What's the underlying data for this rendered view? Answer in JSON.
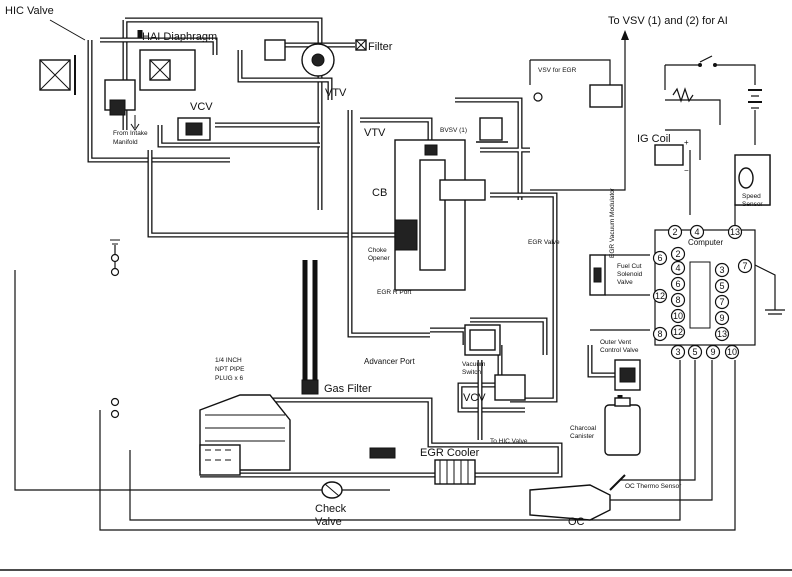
{
  "labels": {
    "hic_valve": "HIC Valve",
    "hai_diaphragm": "HAI Diaphragm",
    "filter": "Filter",
    "to_vsv": "To VSV (1) and (2) for AI",
    "vsv_for_egr": "VSV for EGR",
    "from_intake_1": "From Intake",
    "from_intake_2": "Manifold",
    "vcv_top": "VCV",
    "vtv_top": "VTV",
    "vtv_mid": "VTV",
    "bvsv": "BVSV (1)",
    "ig_coil": "IG Coil",
    "speed_sensor_1": "Speed",
    "speed_sensor_2": "Sensor",
    "cb": "CB",
    "choke_opener_1": "Choke",
    "choke_opener_2": "Opener",
    "egr_vacuum_modulator": "EGR Vacuum Modulator",
    "egr_valve": "EGR Valve",
    "computer": "Computer",
    "fuel_cut_1": "Fuel Cut",
    "fuel_cut_2": "Solenoid",
    "fuel_cut_3": "Valve",
    "egr_r_port": "EGR R Port",
    "advancer_port": "Advancer Port",
    "vacuum_switch_1": "Vacuum",
    "vacuum_switch_2": "Switch",
    "outer_vent_1": "Outer Vent",
    "outer_vent_2": "Control Valve",
    "npt_1": "1/4 INCH",
    "npt_2": "NPT PIPE",
    "npt_3": "PLUG x 6",
    "gas_filter": "Gas Filter",
    "vcv_bottom": "VCV",
    "to_hic_valve": "To HIC Valve",
    "charcoal_1": "Charcoal",
    "charcoal_2": "Canister",
    "egr_cooler": "EGR Cooler",
    "oc_thermo_sensor": "OC Thermo Sensor",
    "check_valve_1": "Check",
    "check_valve_2": "Valve",
    "oc": "OC",
    "plus": "+",
    "minus": "−"
  },
  "computer_pins": {
    "top": [
      "2",
      "4",
      "13"
    ],
    "left": [
      "6",
      "12",
      "8"
    ],
    "right": [
      "7"
    ],
    "inner_left": [
      "2",
      "4",
      "6",
      "8",
      "10",
      "12"
    ],
    "inner_right": [
      "3",
      "5",
      "7",
      "9",
      "13"
    ],
    "bottom": [
      "3",
      "5",
      "9",
      "10"
    ]
  }
}
